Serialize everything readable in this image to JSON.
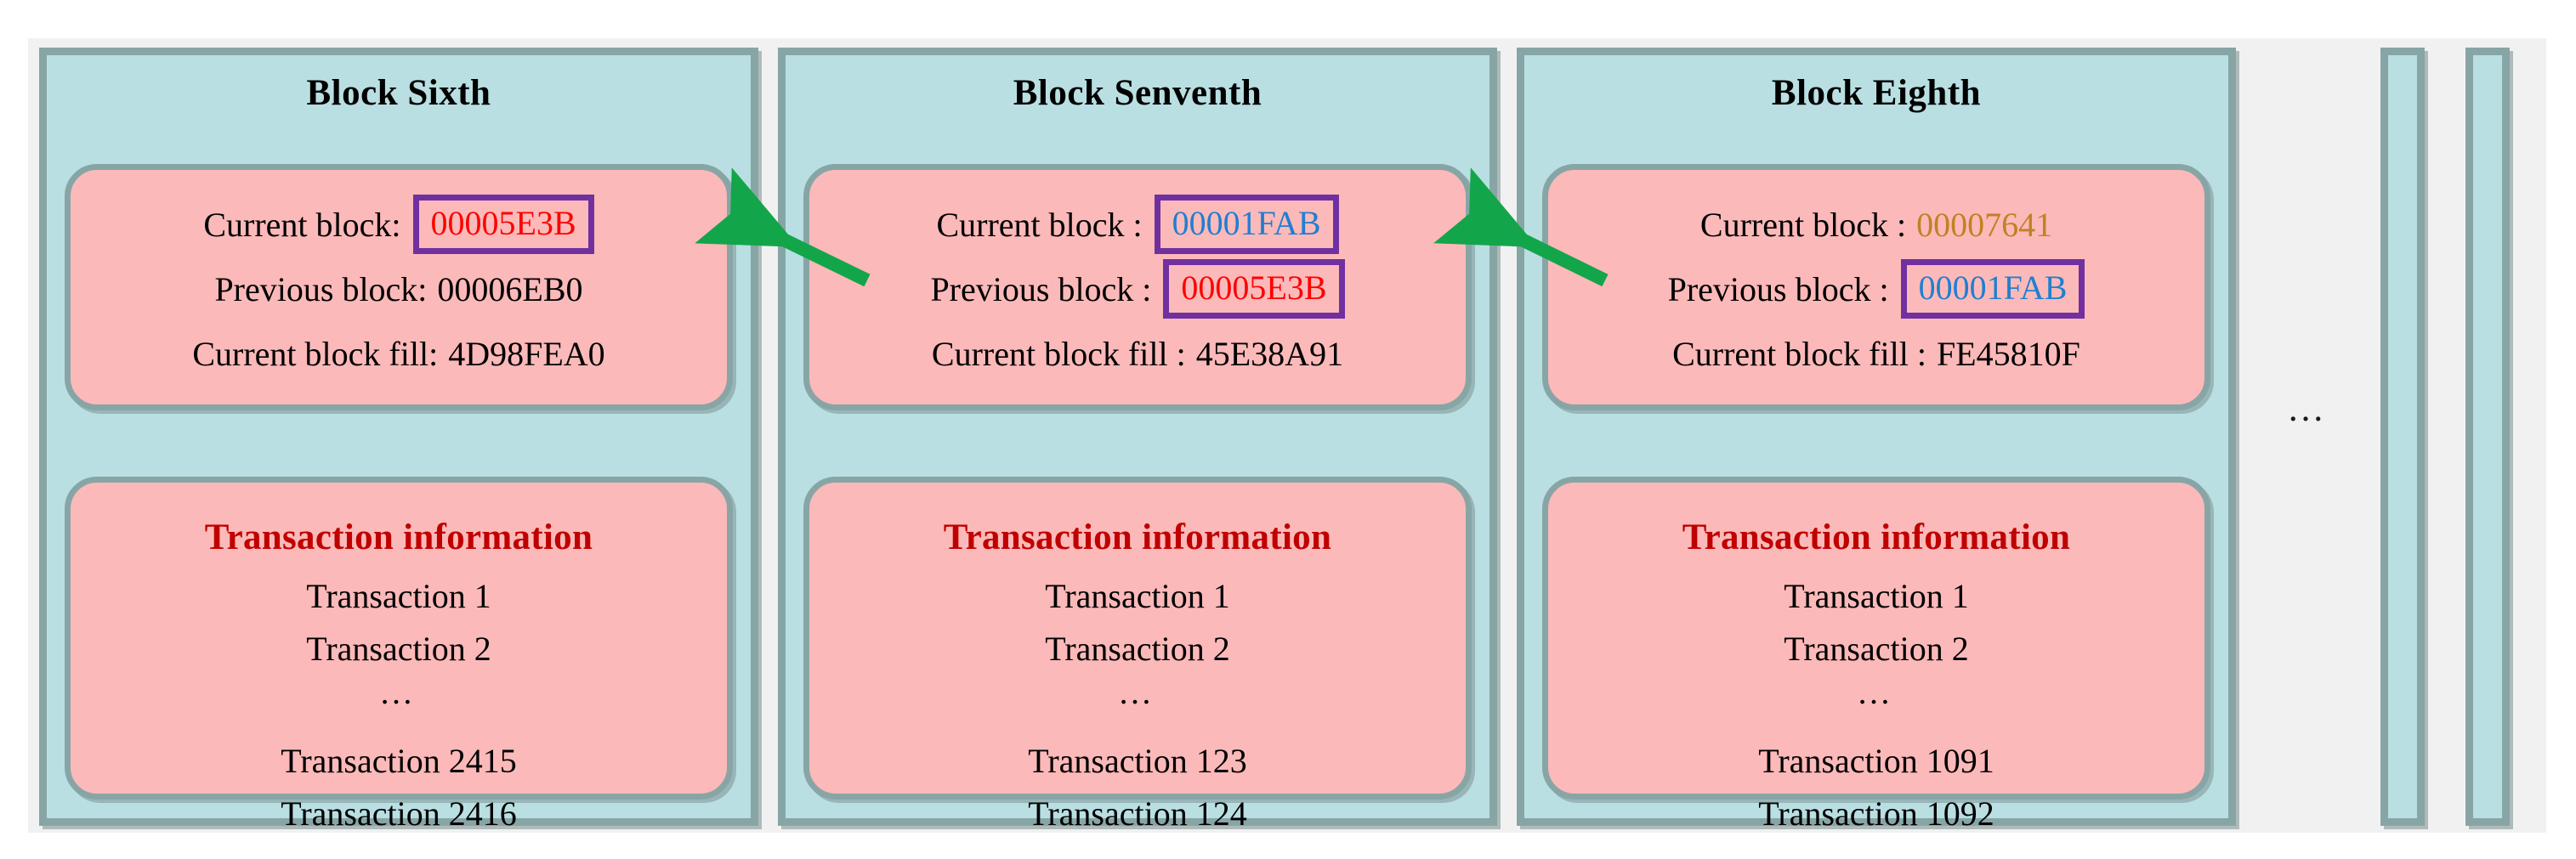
{
  "diagram": {
    "title": "Blockchain block chaining structure",
    "ellipsis": "…",
    "colors": {
      "block_background": "#b9dfe2",
      "panel_background": "#fcb9b9",
      "border": "#88a5a6",
      "highlight_box": "#7030a0",
      "hash_red": "#ff0000",
      "hash_blue": "#1f7fd0",
      "hash_orange": "#c08124",
      "heading_red": "#c00000",
      "arrow_green": "#13a54a"
    }
  },
  "labels": {
    "current_block_1": "Current block:",
    "previous_block_1": "Previous block:",
    "current_block_fill_1": "Current block fill:",
    "current_block_2": "Current block :",
    "previous_block_2": "Previous block :",
    "current_block_fill_2": "Current block fill :",
    "transaction_information": "Transaction information",
    "ellipsis": "…"
  },
  "blocks": [
    {
      "id": "block-sixth",
      "title": "Block Sixth",
      "current_block": {
        "value": "00005E3B",
        "color": "red",
        "boxed": true
      },
      "previous_block": {
        "value": "00006EB0",
        "color": "black",
        "boxed": false
      },
      "current_block_fill": {
        "value": "4D98FEA0",
        "color": "black",
        "boxed": false
      },
      "tx_heading": "Transaction information",
      "transactions": [
        "Transaction 1",
        "Transaction 2",
        "…",
        "Transaction 2415",
        "Transaction 2416"
      ]
    },
    {
      "id": "block-senventh",
      "title": "Block Senventh",
      "current_block": {
        "value": "00001FAB",
        "color": "blue",
        "boxed": true
      },
      "previous_block": {
        "value": "00005E3B",
        "color": "red",
        "boxed": true
      },
      "current_block_fill": {
        "value": "45E38A91",
        "color": "black",
        "boxed": false
      },
      "tx_heading": "Transaction information",
      "transactions": [
        "Transaction 1",
        "Transaction 2",
        "…",
        "Transaction 123",
        "Transaction 124"
      ]
    },
    {
      "id": "block-eighth",
      "title": "Block Eighth",
      "current_block": {
        "value": "00007641",
        "color": "orange",
        "boxed": false
      },
      "previous_block": {
        "value": "00001FAB",
        "color": "blue",
        "boxed": true
      },
      "current_block_fill": {
        "value": "FE45810F",
        "color": "black",
        "boxed": false
      },
      "tx_heading": "Transaction information",
      "transactions": [
        "Transaction 1",
        "Transaction 2",
        "…",
        "Transaction 1091",
        "Transaction 1092"
      ]
    }
  ],
  "arrows": [
    {
      "id": "arrow-seventh-to-sixth",
      "from": "block-senventh.previous_block",
      "to": "block-sixth.current_block",
      "color": "#13a54a"
    },
    {
      "id": "arrow-eighth-to-seventh",
      "from": "block-eighth.previous_block",
      "to": "block-senventh.current_block",
      "color": "#13a54a"
    }
  ]
}
